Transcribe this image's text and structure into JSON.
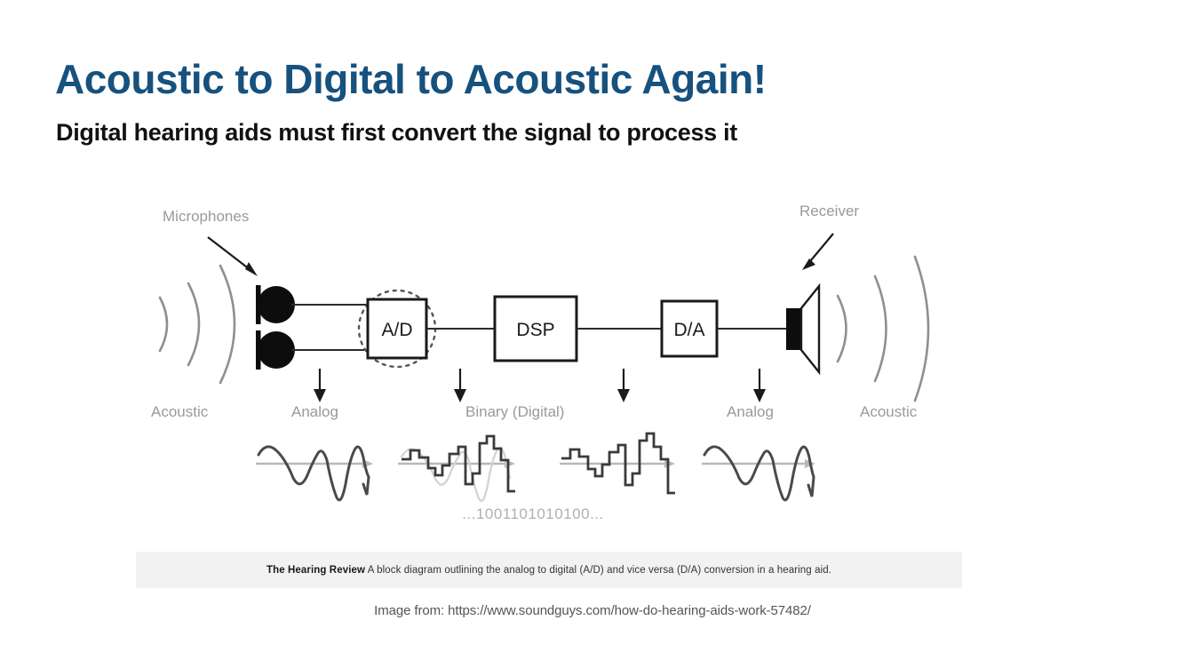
{
  "slide": {
    "title": "Acoustic to Digital to Acoustic Again!",
    "subtitle": "Digital hearing aids must first convert the signal to process it",
    "title_color": "#17517e",
    "subtitle_color": "#111111",
    "background_color": "#ffffff"
  },
  "diagram": {
    "annotations": {
      "microphones": "Microphones",
      "receiver": "Receiver"
    },
    "blocks": [
      {
        "id": "ad",
        "label": "A/D"
      },
      {
        "id": "dsp",
        "label": "DSP"
      },
      {
        "id": "da",
        "label": "D/A"
      }
    ],
    "stage_labels": [
      {
        "id": "acoustic-in",
        "label": "Acoustic"
      },
      {
        "id": "analog-in",
        "label": "Analog"
      },
      {
        "id": "binary",
        "label": "Binary (Digital)"
      },
      {
        "id": "analog-out",
        "label": "Analog"
      },
      {
        "id": "acoustic-out",
        "label": "Acoustic"
      }
    ],
    "binary_string": "...1001101010100...",
    "label_color": "#9a9a9a",
    "line_color": "#2b2b2b"
  },
  "caption": {
    "source_name": "The Hearing Review",
    "text": " A block diagram outlining the analog to digital (A/D) and vice versa (D/A) conversion in a hearing aid.",
    "band_color": "#f2f2f2"
  },
  "footer": {
    "source": "Image from: https://www.soundguys.com/how-do-hearing-aids-work-57482/"
  }
}
